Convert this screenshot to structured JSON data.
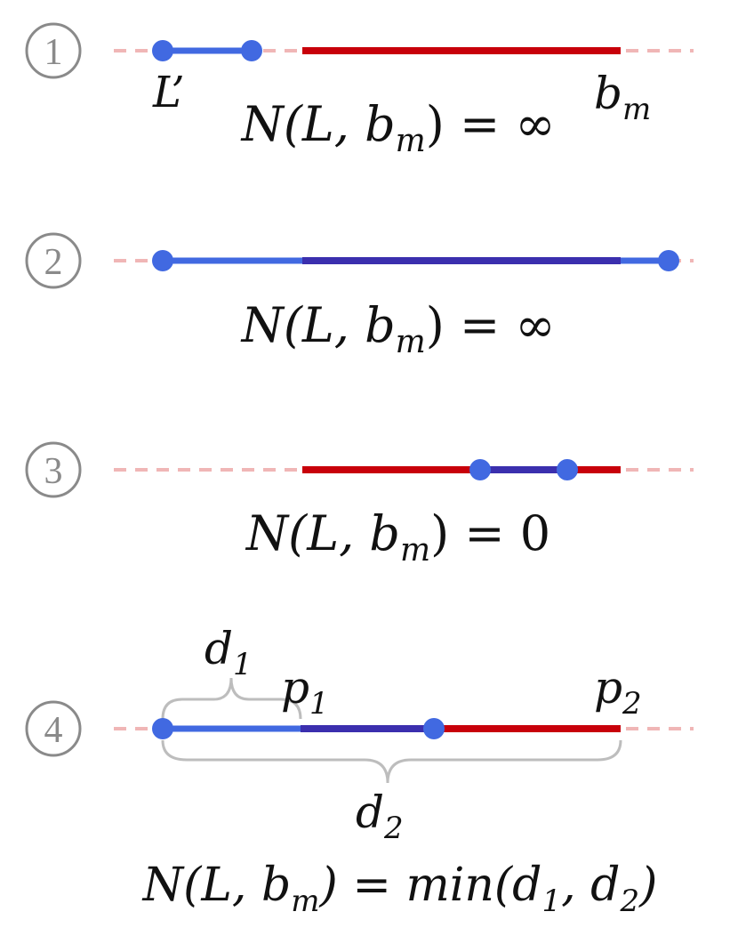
{
  "colors": {
    "red": "#c8000a",
    "red_dashed": "#f0b6b6",
    "blue": "#4169e1",
    "overlap": "#3b2fae",
    "circle_gray": "#8a8a8a",
    "brace_gray": "#bdbdbd"
  },
  "cases": [
    {
      "number": "1",
      "label_L": "L’",
      "label_bm_main": "b",
      "label_bm_sub": "m",
      "formula_lhs_main": "N(L, b",
      "formula_lhs_sub": "m",
      "formula_rhs": ") = ∞"
    },
    {
      "number": "2",
      "formula_lhs_main": "N(L, b",
      "formula_lhs_sub": "m",
      "formula_rhs": ") = ∞"
    },
    {
      "number": "3",
      "formula_lhs_main": "N(L, b",
      "formula_lhs_sub": "m",
      "formula_rhs": ") = 0"
    },
    {
      "number": "4",
      "d1_main": "d",
      "d1_sub": "1",
      "p1_main": "p",
      "p1_sub": "1",
      "p2_main": "p",
      "p2_sub": "2",
      "d2_main": "d",
      "d2_sub": "2",
      "formula_lhs_main": "N(L, b",
      "formula_lhs_sub": "m",
      "formula_rhs_a": ") = min(d",
      "formula_rhs_sub1": "1",
      "formula_rhs_b": ", d",
      "formula_rhs_sub2": "2",
      "formula_rhs_c": ")"
    }
  ]
}
